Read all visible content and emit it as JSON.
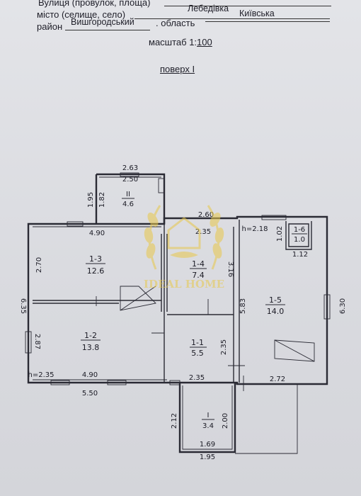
{
  "header": {
    "street_label": "Вулиця (провулок, площа)",
    "city_label": "місто (селище, село)",
    "city_value": "Лебедівка",
    "district_label": "район",
    "district_value": "Вишгородський",
    "region_label": ". область",
    "region_value": "Київська",
    "scale_label": "масштаб 1:",
    "scale_value": "100",
    "floor_label": "поверх І"
  },
  "rooms": [
    {
      "id": "1-1",
      "area": "5.5"
    },
    {
      "id": "1-2",
      "area": "13.8"
    },
    {
      "id": "1-3",
      "area": "12.6"
    },
    {
      "id": "1-4",
      "area": "7.4"
    },
    {
      "id": "1-5",
      "area": "14.0"
    },
    {
      "id": "1-6",
      "area": "1.0"
    },
    {
      "id": "ІІ",
      "area": "4.6"
    },
    {
      "id": "І",
      "area": "3.4"
    }
  ],
  "dimensions": {
    "d_263": "2.63",
    "d_250": "2.50",
    "d_195a": "1.95",
    "d_182": "1.82",
    "d_260": "2.60",
    "d_490a": "4.90",
    "d_235a": "2.35",
    "h_218": "h=2.18",
    "d_102": "1.02",
    "d_112": "1.12",
    "d_270": "2.70",
    "d_316": "3.16",
    "d_635": "6.35",
    "d_583": "5.83",
    "d_630": "6.30",
    "d_287": "2.87",
    "d_235b": "2.35",
    "h_235": "h=2.35",
    "d_490b": "4.90",
    "d_235c": "2.35",
    "d_272": "2.72",
    "d_550": "5.50",
    "d_212": "2.12",
    "d_200": "2.00",
    "d_169": "1.69",
    "d_195b": "1.95"
  },
  "watermark": {
    "text": "IDEAL HOME"
  },
  "colors": {
    "paper": "#dcdde2",
    "ink": "#1e1e28",
    "watermark": "#e8c84a"
  }
}
